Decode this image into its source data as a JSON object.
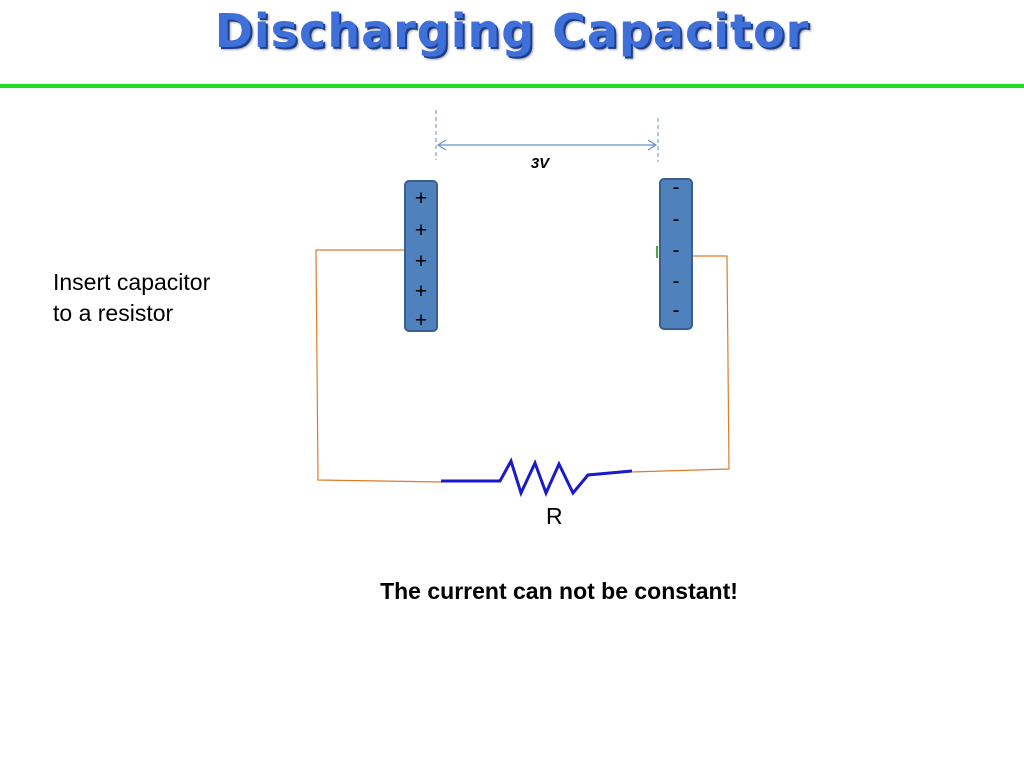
{
  "title": "Discharging Capacitor",
  "side_text": "Insert capacitor to a resistor",
  "voltage_label": "3V",
  "resistor_label": "R",
  "caption": "The current can not be constant!",
  "positive_plate": {
    "charges": [
      "+",
      "+",
      "+",
      "+",
      "+"
    ]
  },
  "negative_plate": {
    "charges": [
      "-",
      "-",
      "-",
      "-",
      "-"
    ]
  },
  "colors": {
    "title": "#3f6fd8",
    "title_rule": "#22dd22",
    "plate": "#4f81bd",
    "wire": "#e07b2a",
    "resistor": "#1a1acc",
    "dimension_arrow": "#6b8fc9"
  }
}
